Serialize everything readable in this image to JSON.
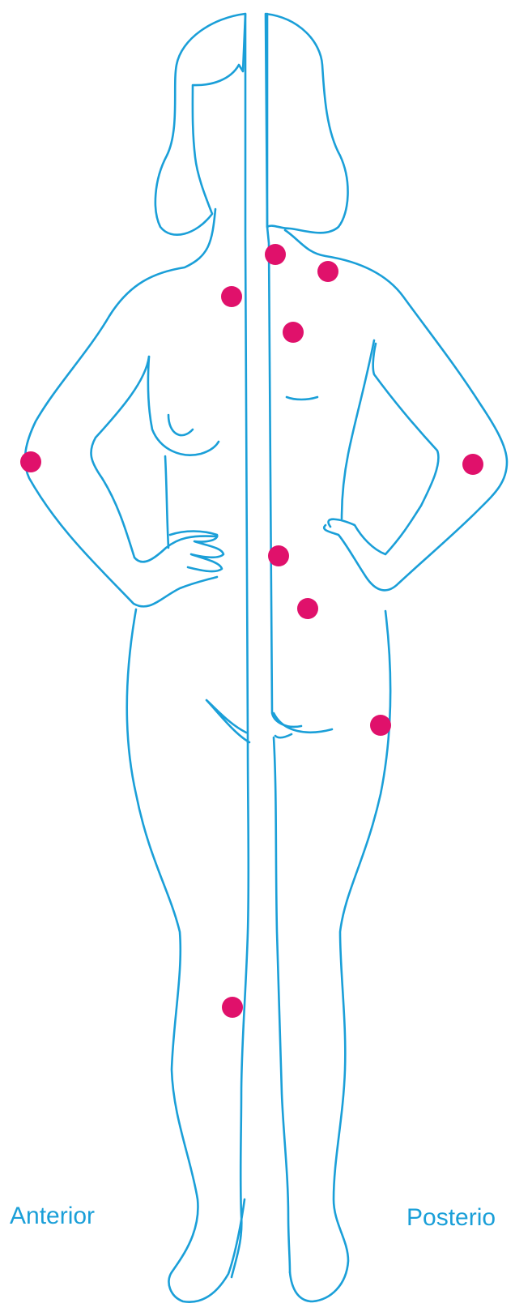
{
  "labels": {
    "anterior": "Anterior",
    "posterior": "Posterio"
  },
  "colors": {
    "outline": "#1a9fd8",
    "marker": "#e0116b",
    "background": "#ffffff"
  },
  "markers": [
    {
      "name": "left-elbow-marker"
    },
    {
      "name": "anterior-shoulder-marker"
    },
    {
      "name": "posterior-neck-marker"
    },
    {
      "name": "posterior-upper-back-marker"
    },
    {
      "name": "posterior-mid-back-marker"
    },
    {
      "name": "right-elbow-marker"
    },
    {
      "name": "posterior-lower-back-marker"
    },
    {
      "name": "posterior-gluteal-marker"
    },
    {
      "name": "posterior-hip-marker"
    },
    {
      "name": "anterior-knee-marker"
    }
  ]
}
